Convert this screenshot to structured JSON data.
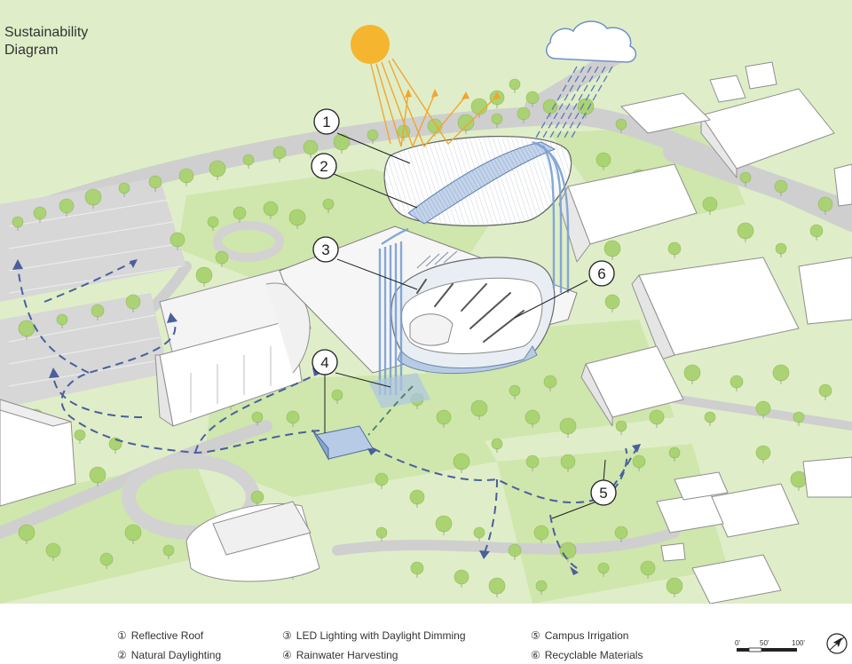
{
  "title": "Sustainability Diagram",
  "title_lines": [
    "Sustainability",
    "Diagram"
  ],
  "legend": [
    {
      "num": "①",
      "label": "Reflective Roof"
    },
    {
      "num": "②",
      "label": "Natural Daylighting"
    },
    {
      "num": "③",
      "label": "LED Lighting with Daylight Dimming"
    },
    {
      "num": "④",
      "label": "Rainwater Harvesting"
    },
    {
      "num": "⑤",
      "label": "Campus Irrigation"
    },
    {
      "num": "⑥",
      "label": "Recyclable Materials"
    }
  ],
  "callouts": [
    "1",
    "2",
    "3",
    "4",
    "5",
    "6"
  ],
  "scale": {
    "ticks": [
      "0'",
      "50'",
      "100'"
    ]
  },
  "colors": {
    "ground": "#dfeec8",
    "lawn": "#c9e3a7",
    "tree": "#a9d26f",
    "road": "#d4d4d4",
    "building": "#ffffff",
    "sun": "#f5b52e",
    "sun_ray": "#f2a531",
    "rain": "#5a78b8",
    "water_path": "#4b5f9c",
    "irrigation_path": "#48806a",
    "glass": "#9cb6d9"
  },
  "icons": [
    "sun-icon",
    "cloud-icon",
    "north-arrow-icon",
    "scale-bar-icon"
  ]
}
